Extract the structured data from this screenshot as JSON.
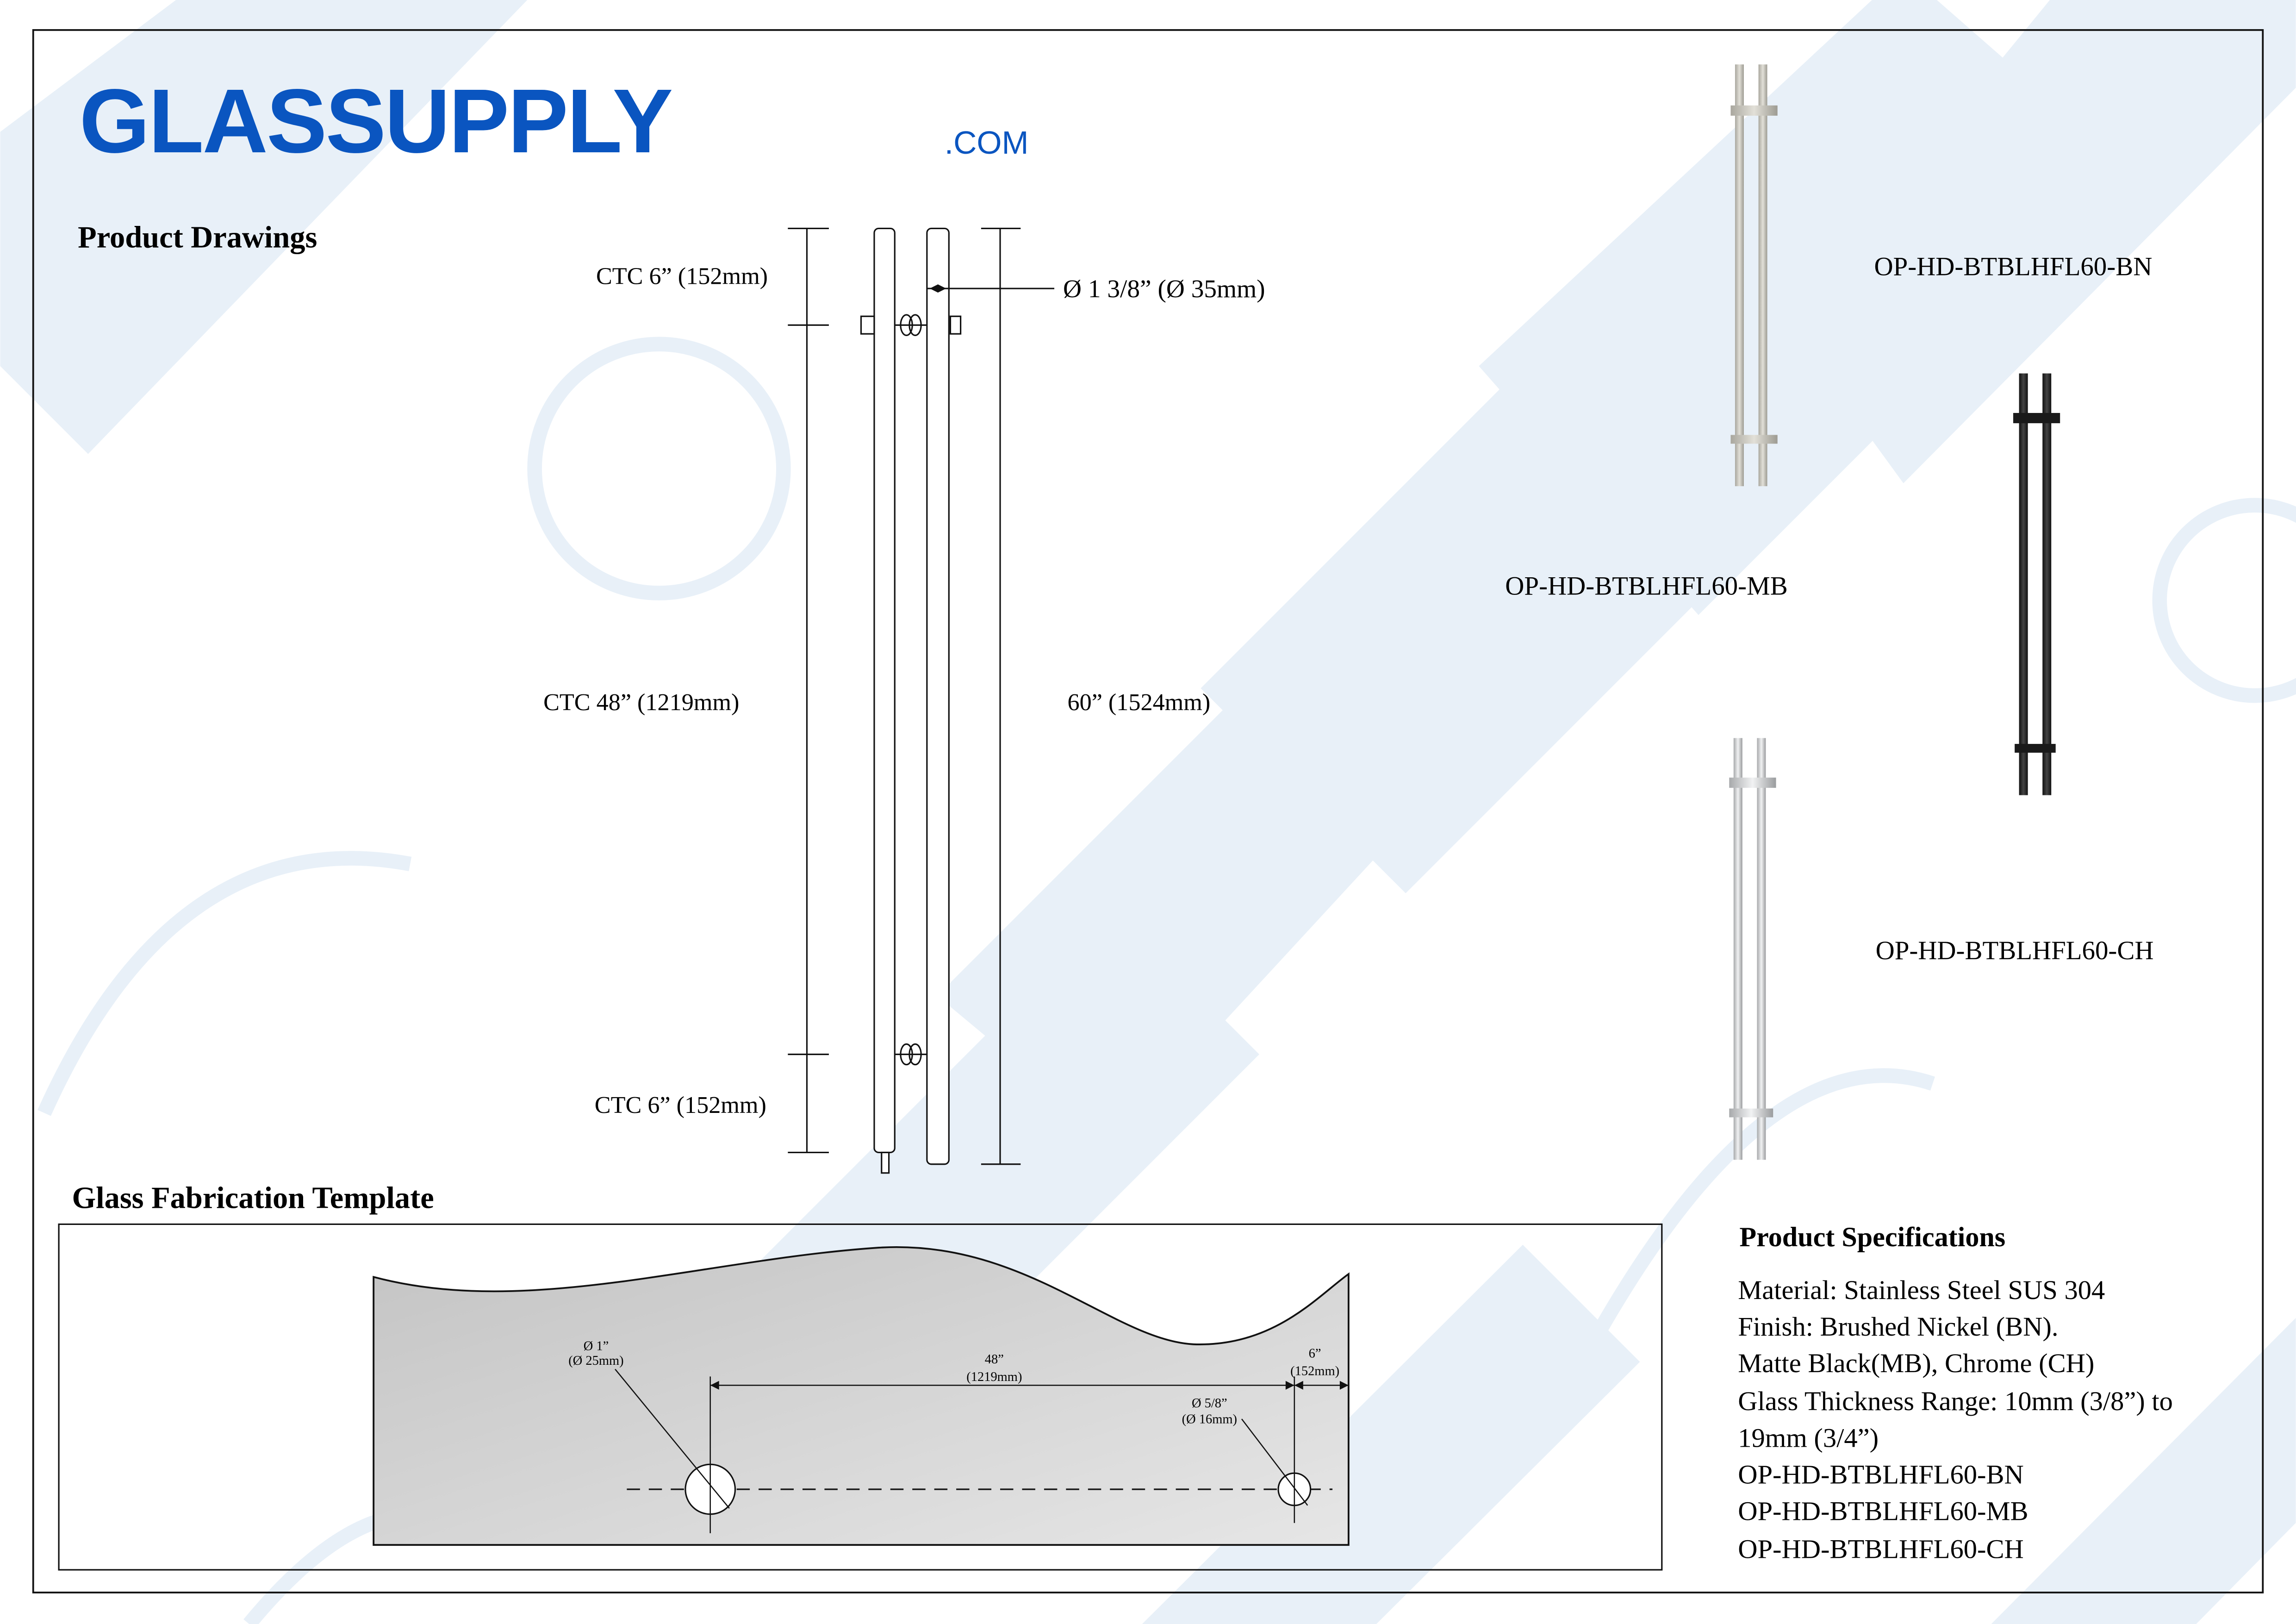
{
  "logo": {
    "brand": "GLASSUPPLY",
    "suffix": ".COM",
    "brand_color": "#0a55c0"
  },
  "watermark_color": "#e8f0f8",
  "sections": {
    "drawings_title": "Product Drawings",
    "template_title": "Glass Fabrication Template",
    "specs_title": "Product Specifications"
  },
  "drawing": {
    "ctc_top": "CTC 6” (152mm)",
    "ctc_middle": "CTC 48” (1219mm)",
    "ctc_bottom": "CTC 6” (152mm)",
    "diameter": "Ø 1 3/8” (Ø 35mm)",
    "length": "60” (1524mm)"
  },
  "products": [
    {
      "code": "OP-HD-BTBLHFL60-BN",
      "color": "#c9c7bd"
    },
    {
      "code": "OP-HD-BTBLHFL60-MB",
      "color": "#222222"
    },
    {
      "code": "OP-HD-BTBLHFL60-CH",
      "color": "#d4d6d8"
    }
  ],
  "template": {
    "hole_large_1": "Ø 1”",
    "hole_large_2": "(Ø 25mm)",
    "ctc_1": "48”",
    "ctc_2": "(1219mm)",
    "hole_small_1": "Ø 5/8”",
    "hole_small_2": "(Ø 16mm)",
    "edge_1": "6”",
    "edge_2": "(152mm)"
  },
  "specs": [
    "Material: Stainless Steel SUS 304",
    "Finish: Brushed Nickel (BN).",
    "Matte Black(MB), Chrome (CH)",
    "Glass Thickness Range: 10mm (3/8”) to",
    "19mm (3/4”)",
    "OP-HD-BTBLHFL60-BN",
    "OP-HD-BTBLHFL60-MB",
    "OP-HD-BTBLHFL60-CH"
  ]
}
